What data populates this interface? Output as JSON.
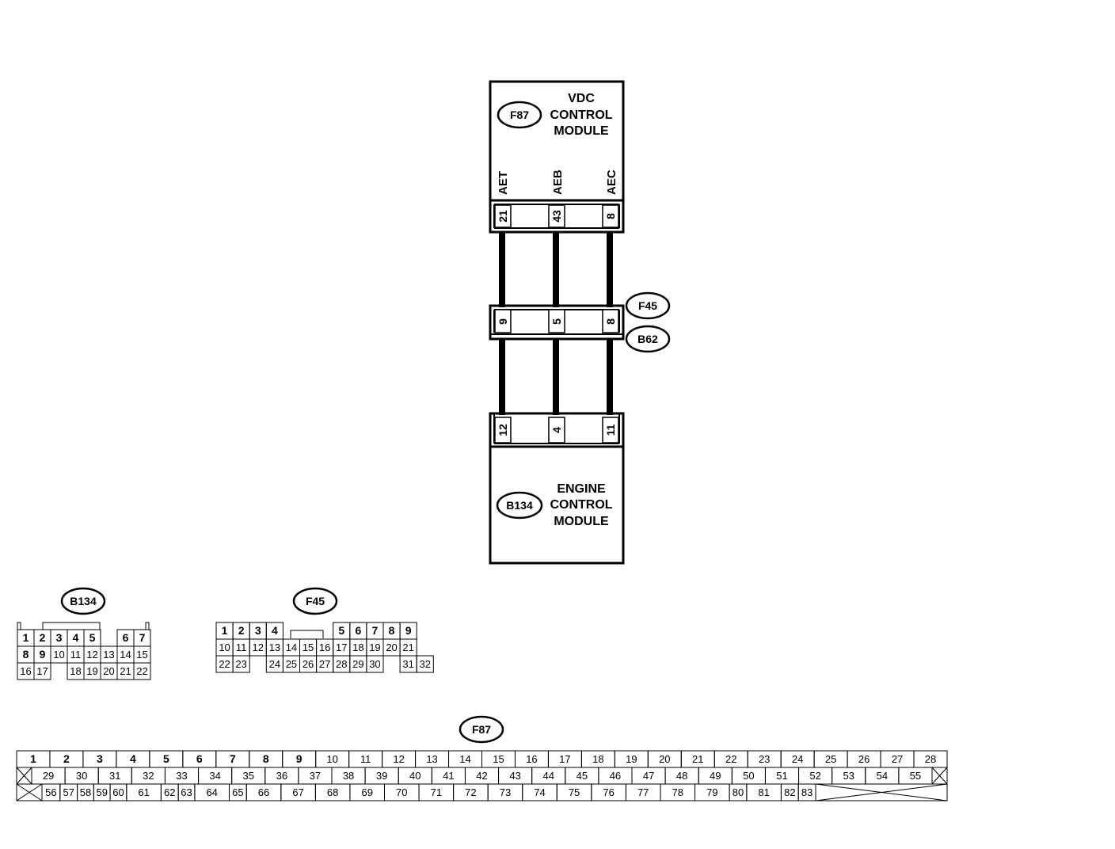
{
  "vdc_module": {
    "connector_id": "F87",
    "name_lines": [
      "VDC",
      "CONTROL",
      "MODULE"
    ],
    "signals": [
      "AET",
      "AEB",
      "AEC"
    ],
    "pins": [
      "21",
      "43",
      "8"
    ]
  },
  "joint_connector": {
    "id_top": "F45",
    "id_bottom": "B62",
    "pins": [
      "9",
      "5",
      "8"
    ]
  },
  "ecm_module": {
    "connector_id": "B134",
    "name_lines": [
      "ENGINE",
      "CONTROL",
      "MODULE"
    ],
    "pins": [
      "12",
      "4",
      "11"
    ]
  },
  "connector_views": {
    "b134": {
      "label": "B134",
      "rows": [
        [
          "1",
          "2",
          "3",
          "4",
          "5",
          "",
          "6",
          "7"
        ],
        [
          "8",
          "9",
          "10",
          "11",
          "12",
          "13",
          "14",
          "15"
        ],
        [
          "16",
          "17",
          "",
          "18",
          "19",
          "20",
          "21",
          "22"
        ]
      ]
    },
    "f45": {
      "label": "F45",
      "rows": [
        [
          "1",
          "2",
          "3",
          "4",
          "",
          "",
          "",
          "5",
          "6",
          "7",
          "8",
          "9"
        ],
        [
          "10",
          "11",
          "12",
          "13",
          "14",
          "15",
          "16",
          "17",
          "18",
          "19",
          "20",
          "21"
        ],
        [
          "22",
          "23",
          "",
          "24",
          "25",
          "26",
          "27",
          "28",
          "29",
          "30",
          "",
          "31",
          "32"
        ]
      ]
    },
    "f87": {
      "label": "F87",
      "row1": [
        "1",
        "2",
        "3",
        "4",
        "5",
        "6",
        "7",
        "8",
        "9",
        "10",
        "11",
        "12",
        "13",
        "14",
        "15",
        "16",
        "17",
        "18",
        "19",
        "20",
        "21",
        "22",
        "23",
        "24",
        "25",
        "26",
        "27",
        "28"
      ],
      "row2": [
        "29",
        "30",
        "31",
        "32",
        "33",
        "34",
        "35",
        "36",
        "37",
        "38",
        "39",
        "40",
        "41",
        "42",
        "43",
        "44",
        "45",
        "46",
        "47",
        "48",
        "49",
        "50",
        "51",
        "52",
        "53",
        "54",
        "55"
      ],
      "row3": [
        "56",
        "57",
        "58",
        "59",
        "60",
        "61",
        "62",
        "63",
        "64",
        "65",
        "66",
        "67",
        "68",
        "69",
        "70",
        "71",
        "72",
        "73",
        "74",
        "75",
        "76",
        "77",
        "78",
        "79",
        "80",
        "81",
        "82",
        "83"
      ]
    }
  }
}
